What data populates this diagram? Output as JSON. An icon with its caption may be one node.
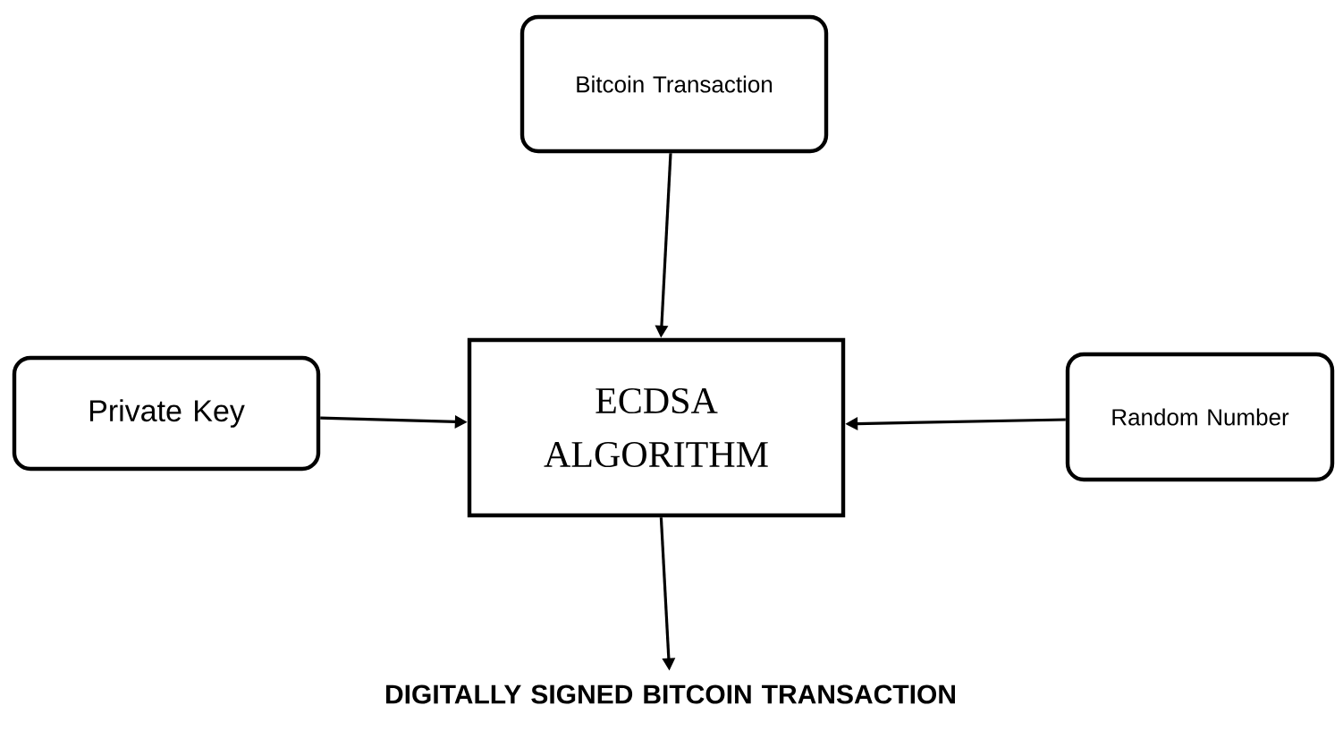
{
  "diagram": {
    "nodes": [
      {
        "text": [
          "Bitcoin Transaction"
        ]
      },
      {
        "text": [
          "Private Key"
        ]
      },
      {
        "text": [
          "ECDSA ALGORITHM"
        ]
      },
      {
        "text": [
          "Random Number"
        ]
      },
      {
        "text": [
          "DIGITALLY SIGNED BITCOIN TRANSACTION"
        ]
      }
    ],
    "edges": [
      {
        "from": 0,
        "to": 2,
        "arrow": "to"
      },
      {
        "from": 1,
        "to": 2,
        "arrow": "to"
      },
      {
        "from": 3,
        "to": 2,
        "arrow": "to"
      },
      {
        "from": 2,
        "to": 4,
        "arrow": "to"
      }
    ]
  }
}
